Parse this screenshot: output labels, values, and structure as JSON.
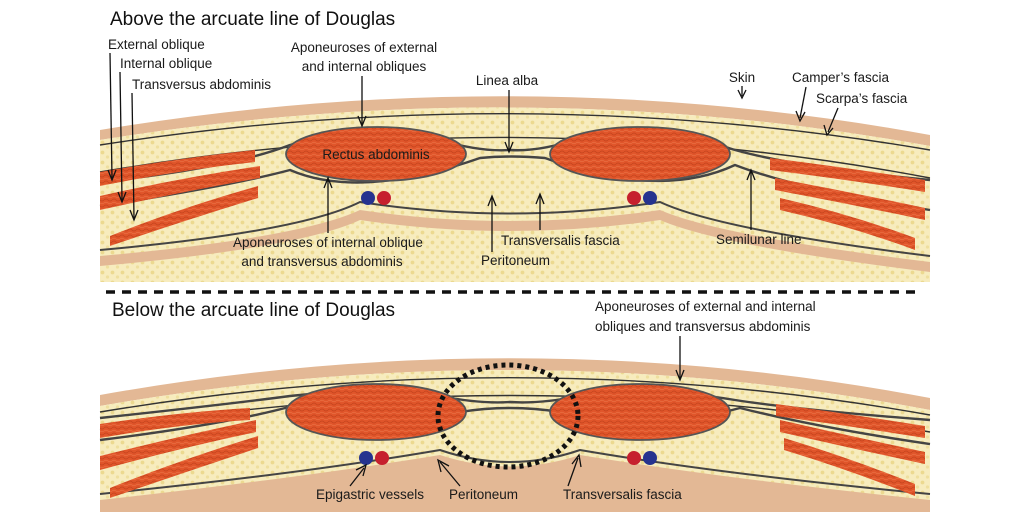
{
  "sections": {
    "above": {
      "title": "Above the arcuate line of Douglas",
      "labels": {
        "external_oblique": "External oblique",
        "internal_oblique": "Internal oblique",
        "transversus_abdominis": "Transversus abdominis",
        "aponeuroses_ext_int_1": "Aponeuroses of external",
        "aponeuroses_ext_int_2": "and internal obliques",
        "linea_alba": "Linea alba",
        "skin": "Skin",
        "campers_fascia": "Camper’s fascia",
        "scarpas_fascia": "Scarpa’s fascia",
        "rectus_abdominis": "Rectus abdominis",
        "aponeuroses_int_trans_1": "Aponeuroses of internal oblique",
        "aponeuroses_int_trans_2": "and transversus abdominis",
        "transversalis_fascia": "Transversalis fascia",
        "peritoneum": "Peritoneum",
        "semilunar_line": "Semilunar line"
      }
    },
    "below": {
      "title": "Below the arcuate line of Douglas",
      "labels": {
        "aponeuroses_all_1": "Aponeuroses of external and internal",
        "aponeuroses_all_2": "obliques and transversus abdominis",
        "epigastric_vessels": "Epigastric vessels",
        "peritoneum": "Peritoneum",
        "transversalis_fascia": "Transversalis fascia"
      }
    }
  },
  "colors": {
    "skin": "#e3b895",
    "fat": "#f7ecbe",
    "fat_dots": "#ecd990",
    "muscle": "#e0552a",
    "muscle_texture": "#b93e1a",
    "fascia_line": "#3a3a3a",
    "vein": "#26338f",
    "artery": "#c6202e",
    "divider": "#111111"
  }
}
